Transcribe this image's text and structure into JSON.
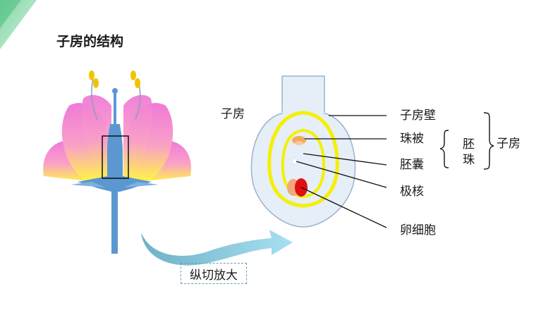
{
  "title": "子房的结构",
  "caption": "纵切放大",
  "labels": {
    "ovary_left": "子房",
    "ovary_wall": "子房壁",
    "integument": "珠被",
    "embryo_sac": "胚囊",
    "polar_nuclei": "极核",
    "egg_cell": "卵细胞",
    "ovule_top": "胚",
    "ovule_bottom": "珠",
    "ovary_right": "子房"
  },
  "colors": {
    "corner_accent": "#8fd7a8",
    "petal_pink": "#f07ad8",
    "petal_yellow": "#fff24a",
    "stem_blue": "#5b97d0",
    "ovary_fill": "#e6eef7",
    "ovary_stroke": "#9ab3cf",
    "ring_yellow": "#f4f000",
    "egg_red": "#e01010",
    "arrow_teal": "#6fb8c8"
  }
}
